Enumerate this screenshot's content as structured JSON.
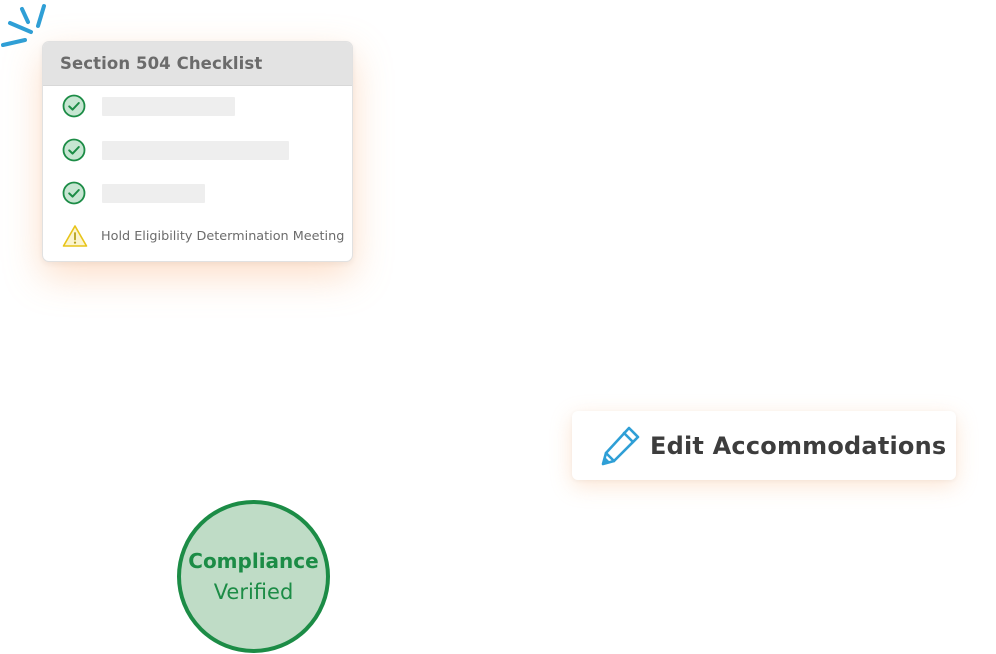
{
  "checklist": {
    "title": "Section 504 Checklist",
    "items": [
      {
        "status": "complete",
        "icon": "check-circle-icon"
      },
      {
        "status": "complete",
        "icon": "check-circle-icon"
      },
      {
        "status": "complete",
        "icon": "check-circle-icon"
      }
    ],
    "pending_item": {
      "status": "warning",
      "icon": "warning-triangle-icon",
      "label": "Hold Eligibility Determination Meeting"
    }
  },
  "edit_button": {
    "icon": "pencil-icon",
    "label": "Edit Accommodations"
  },
  "compliance_badge": {
    "line1": "Compliance",
    "line2": "Verified"
  },
  "colors": {
    "accent_green": "#1c8c46",
    "badge_fill": "#bfdcc6",
    "accent_blue": "#2f9fd6",
    "warning_yellow": "#e8c419",
    "glow_orange": "#faa86e"
  }
}
